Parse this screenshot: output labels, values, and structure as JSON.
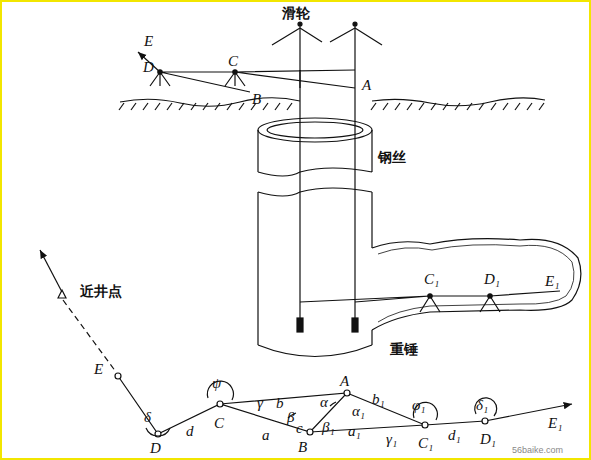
{
  "diagram": {
    "labels": [
      "滑轮",
      "E",
      "D",
      "C",
      "A",
      "B",
      "钢丝",
      "C₁",
      "D₁",
      "E₁",
      "重锤",
      "近井点",
      "E",
      "δ",
      "ψ",
      "D",
      "d",
      "C",
      "γ",
      "b",
      "β",
      "c",
      "α",
      "A",
      "b₁",
      "φ₁",
      "δ₁",
      "E₁",
      "a",
      "B",
      "β₁",
      "α₁",
      "a₁",
      "γ₁",
      "C₁",
      "d₁",
      "D₁",
      "56baike.com"
    ]
  }
}
